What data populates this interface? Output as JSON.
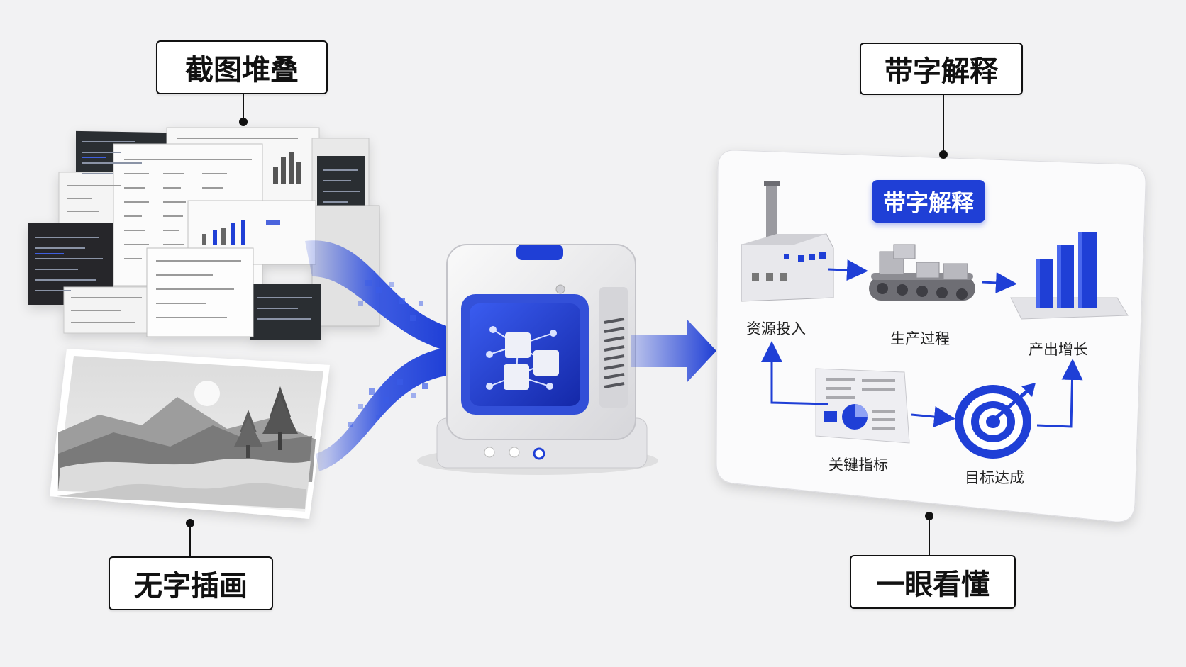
{
  "labels": {
    "stacked_screenshots": "截图堆叠",
    "textless_illustration": "无字插画",
    "annotated_explanation": "带字解释",
    "clear_at_a_glance": "一眼看懂"
  },
  "panel": {
    "badge": "带字解释",
    "nodes": {
      "resource_input": "资源投入",
      "production_process": "生产过程",
      "output_growth": "产出增长",
      "key_metrics": "关键指标",
      "goal_achieved": "目标达成"
    }
  },
  "colors": {
    "accent": "#1f3fd6",
    "ink": "#111111",
    "background": "#f2f2f3",
    "panel": "#fbfbfc"
  }
}
